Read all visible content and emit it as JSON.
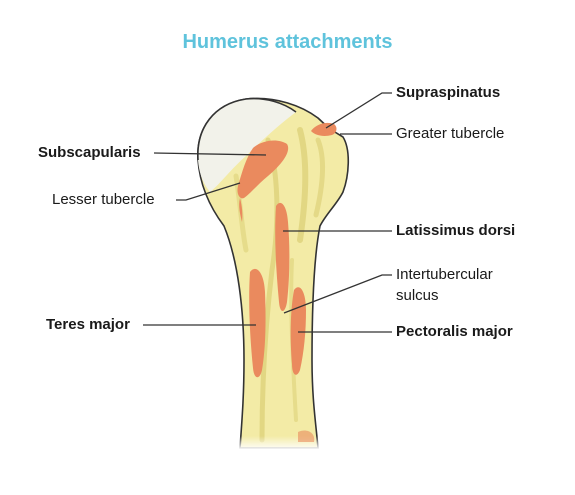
{
  "title": "Humerus attachments",
  "labels": {
    "supraspinatus": "Supraspinatus",
    "greater_tubercle": "Greater tubercle",
    "subscapularis": "Subscapularis",
    "lesser_tubercle": "Lesser tubercle",
    "latissimus_dorsi": "Latissimus dorsi",
    "intertubercular_line1": "Intertubercular",
    "intertubercular_line2": "sulcus",
    "teres_major": "Teres major",
    "pectoralis_major": "Pectoralis major"
  },
  "colors": {
    "title": "#5fc3dc",
    "bone": "#f3eba6",
    "bone_shade": "#ddd27a",
    "head_cartilage": "#f2f2ea",
    "muscle": "#ea8a5e",
    "outline": "#333333"
  }
}
